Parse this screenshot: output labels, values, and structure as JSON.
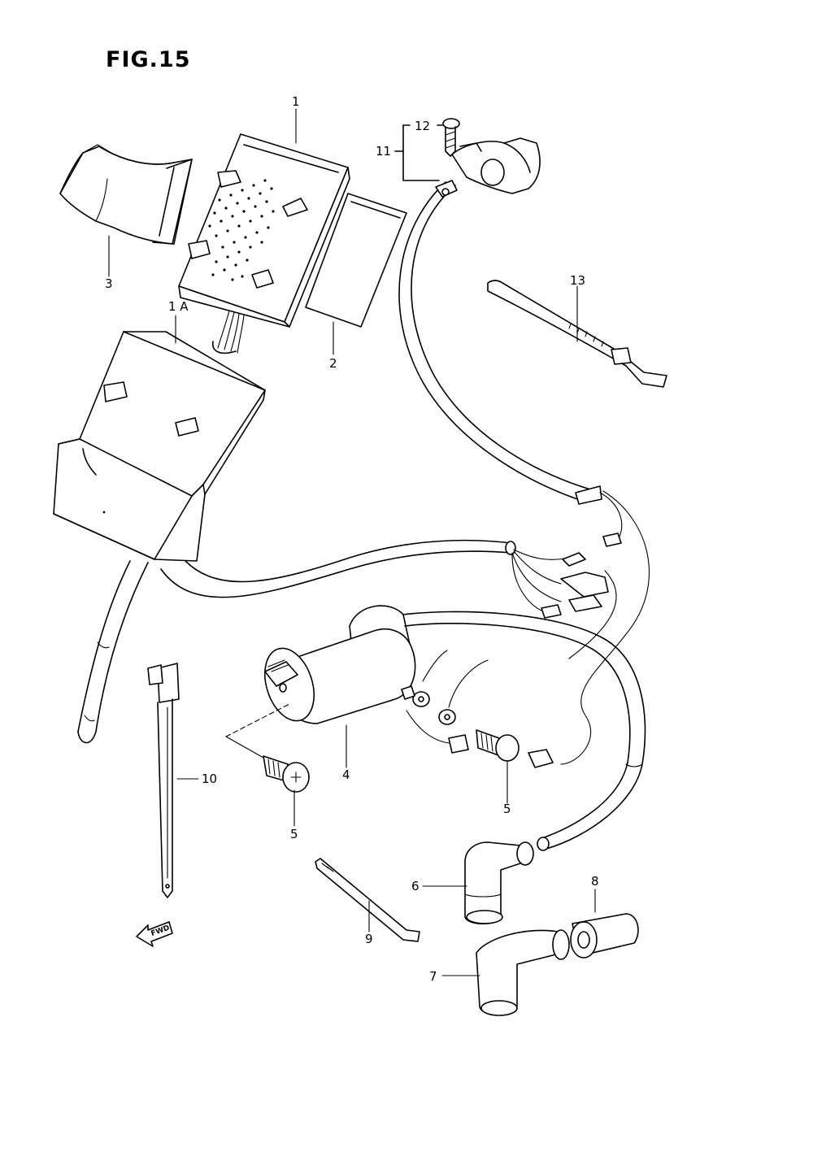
{
  "figure": {
    "title": "FIG.15",
    "fwd_label": "FWD"
  },
  "callouts": {
    "c1": "1",
    "c1a": "1 A",
    "c2": "2",
    "c3": "3",
    "c4": "4",
    "c5a": "5",
    "c5b": "5",
    "c6": "6",
    "c7": "7",
    "c8": "8",
    "c9": "9",
    "c10": "10",
    "c11": "11",
    "c12": "12",
    "c13": "13"
  }
}
